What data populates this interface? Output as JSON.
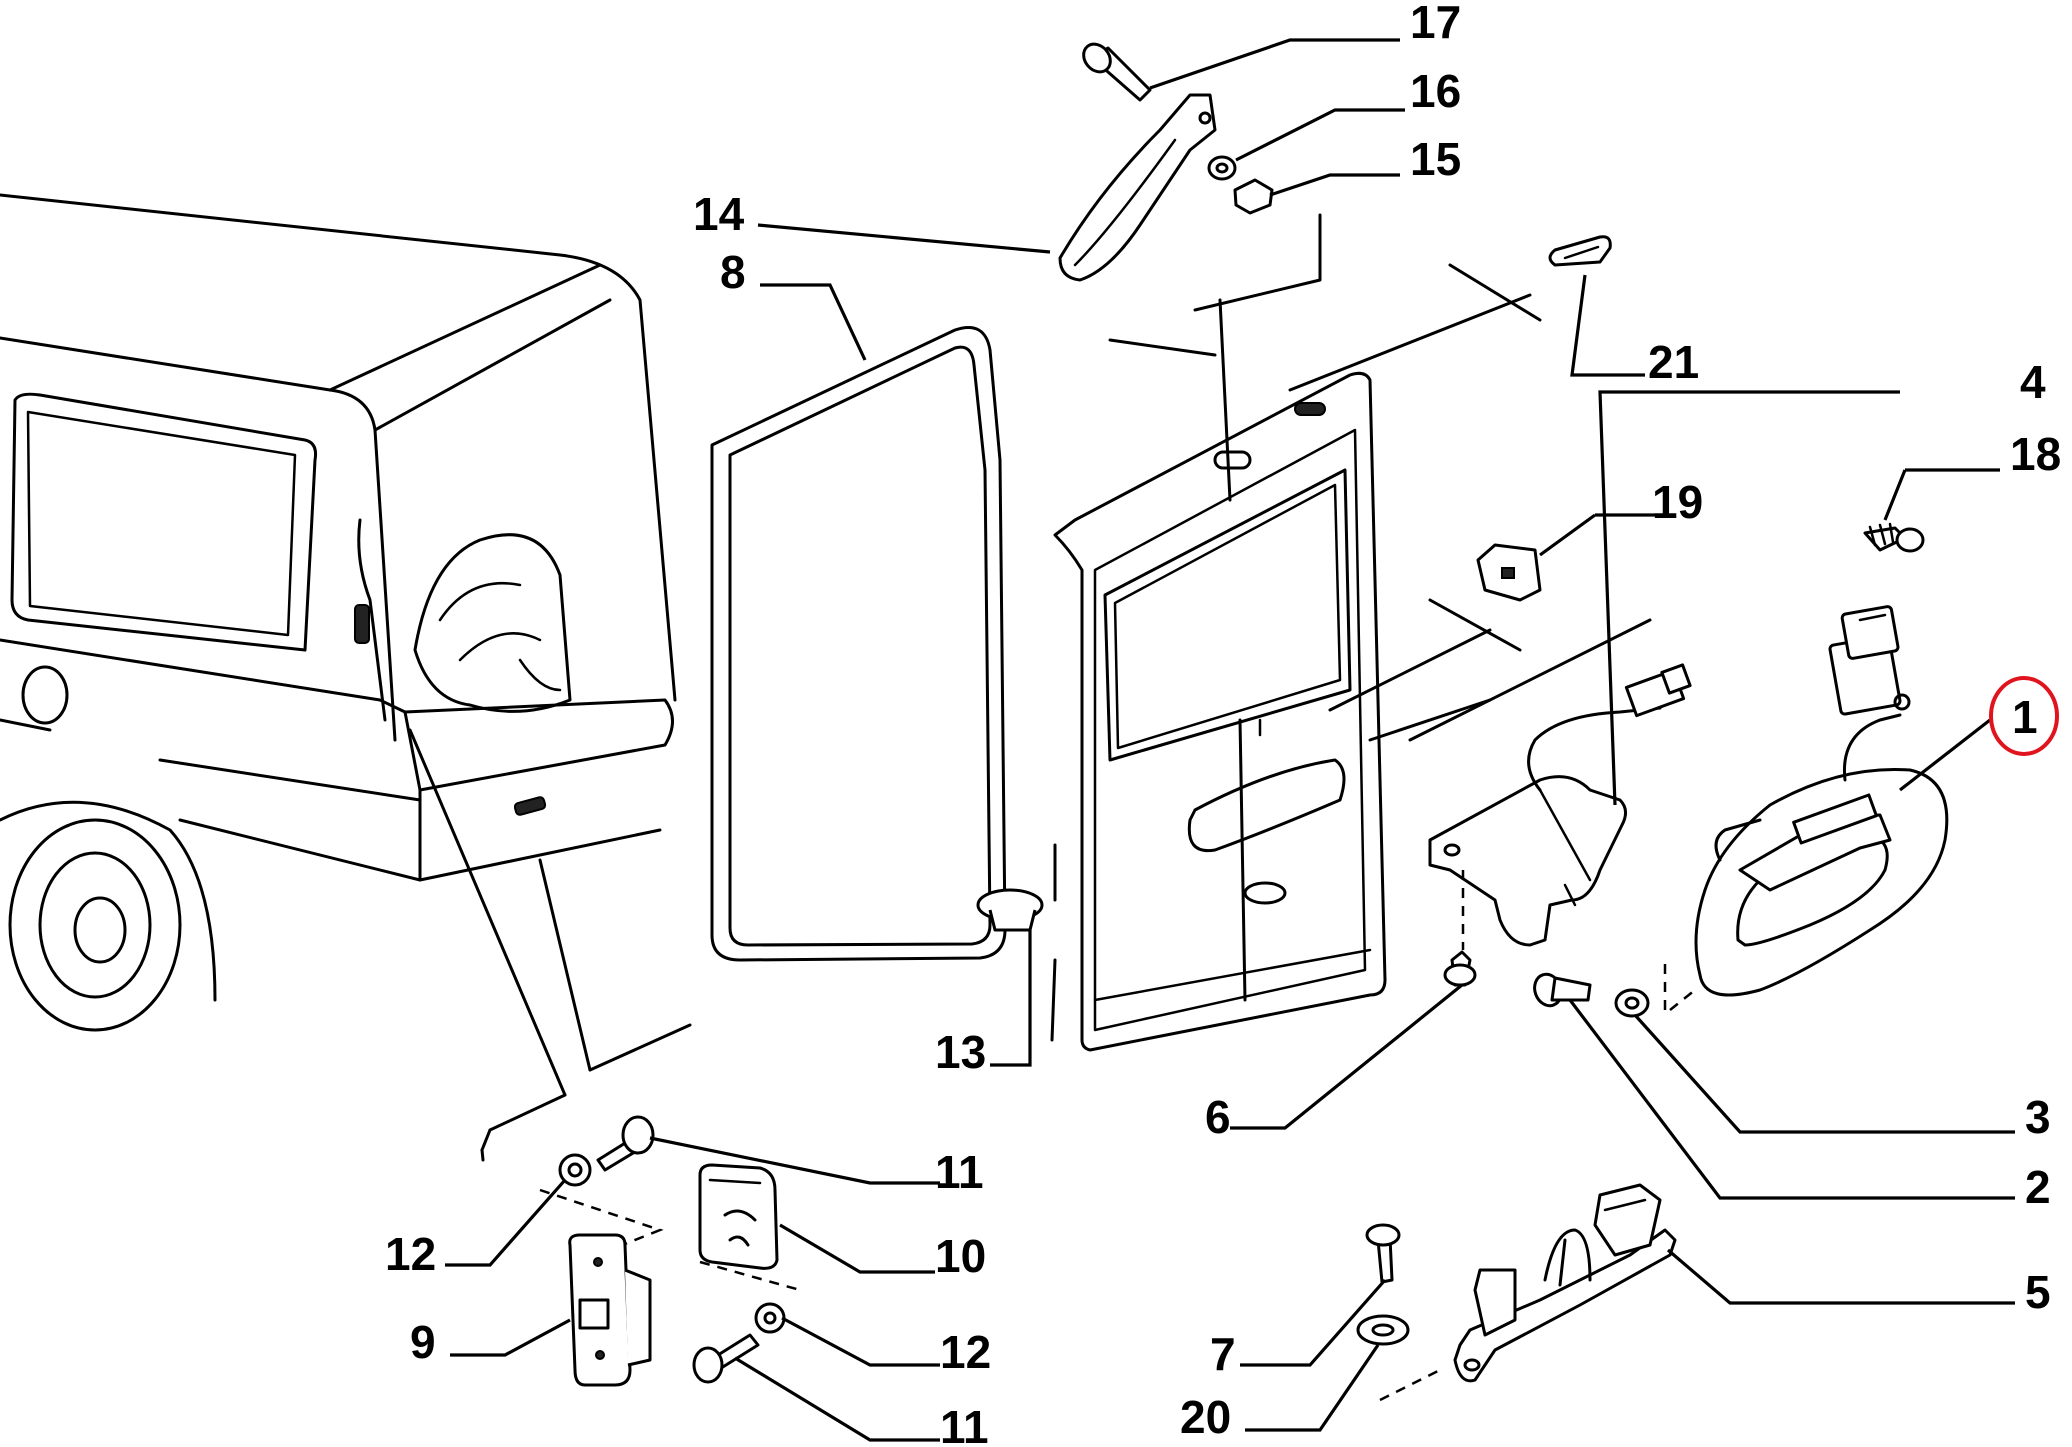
{
  "labels": {
    "p1": "1",
    "p2": "2",
    "p3": "3",
    "p4": "4",
    "p5": "5",
    "p6": "6",
    "p7": "7",
    "p8": "8",
    "p9": "9",
    "p10": "10",
    "p11a": "11",
    "p11b": "11",
    "p12a": "12",
    "p12b": "12",
    "p13": "13",
    "p14": "14",
    "p15": "15",
    "p16": "16",
    "p17": "17",
    "p18": "18",
    "p19": "19",
    "p20": "20",
    "p21": "21"
  },
  "highlight": {
    "label": "1",
    "color": "#e0141e"
  }
}
